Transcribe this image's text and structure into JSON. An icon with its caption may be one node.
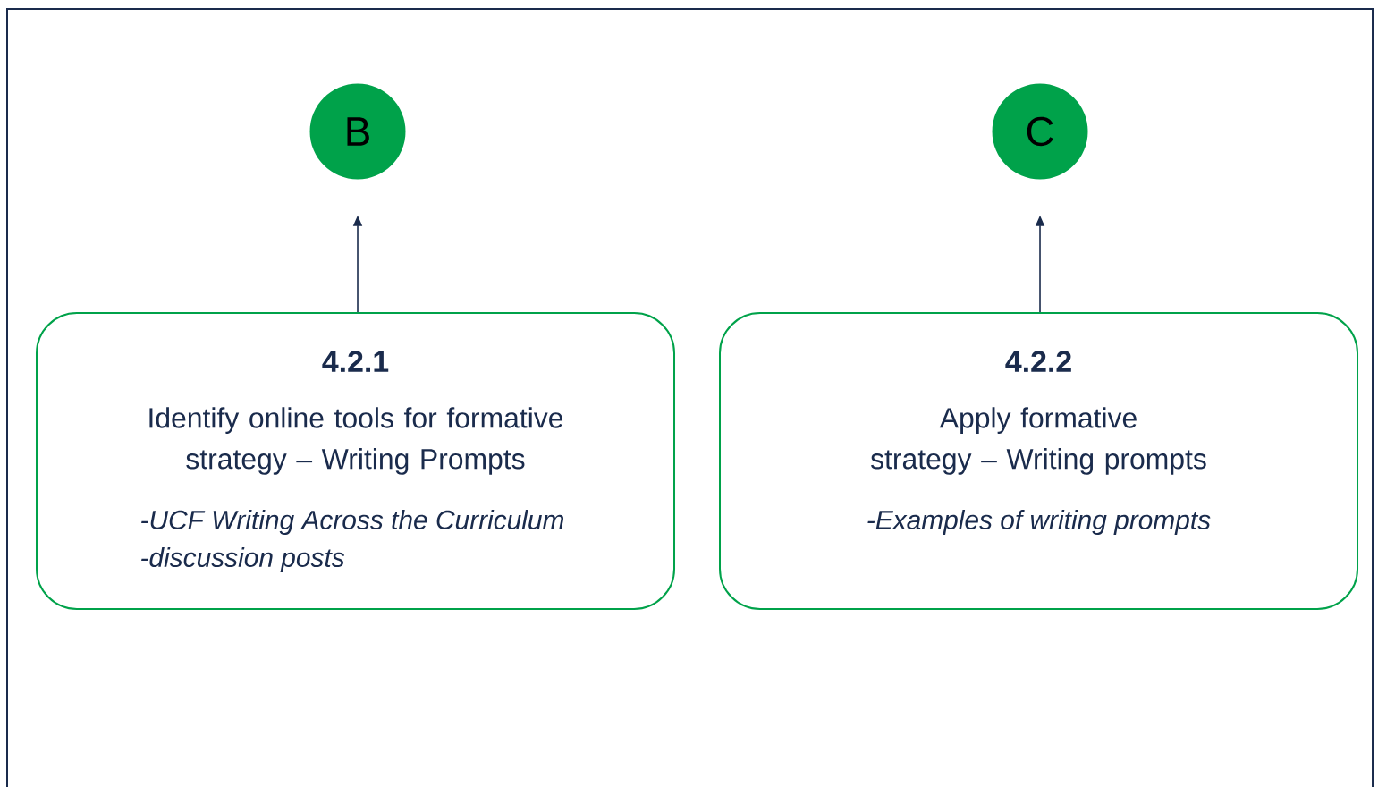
{
  "diagram": {
    "nodes": [
      {
        "text": [
          "B"
        ]
      },
      {
        "text": [
          "C"
        ]
      },
      {
        "text": [
          "4.2.1",
          "Identify online tools for formative strategy – Writing Prompts",
          "-UCF Writing Across the Curriculum",
          "-discussion posts"
        ]
      },
      {
        "text": [
          "4.2.2",
          "Apply formative strategy – Writing prompts",
          "-Examples of writing prompts"
        ]
      }
    ],
    "edges": [
      {
        "from": 2,
        "to": 0,
        "arrow": "to"
      },
      {
        "from": 3,
        "to": 1,
        "arrow": "to"
      }
    ]
  }
}
